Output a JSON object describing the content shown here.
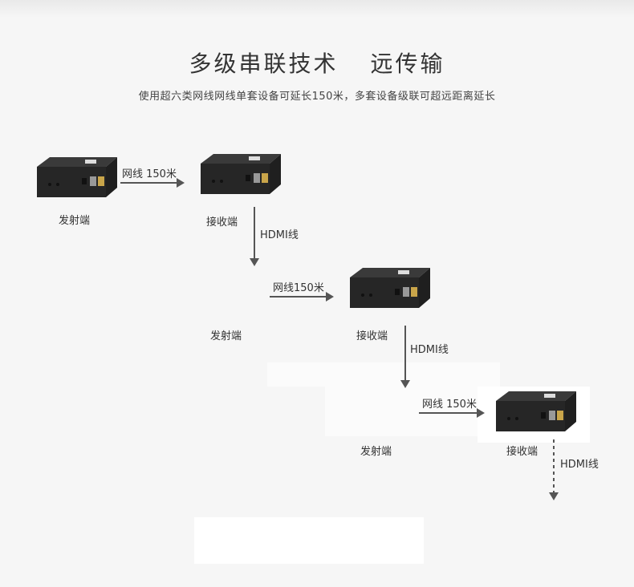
{
  "title": {
    "left": "多级串联技术",
    "right": "远传输"
  },
  "subtitle": "使用超六类网线网线单套设备可延长150米，多套设备级联可超远距离延长",
  "stage1": {
    "tx_label": "发射端",
    "rx_label": "接收端",
    "cable_label": "网线 150米",
    "hdmi_label": "HDMI线"
  },
  "stage2": {
    "tx_label": "发射端",
    "rx_label": "接收端",
    "cable_label": "网线150米",
    "hdmi_label": "HDMI线"
  },
  "stage3": {
    "tx_label": "发射端",
    "rx_label": "接收端",
    "cable_label": "网线 150米",
    "hdmi_label": "HDMI线"
  },
  "colors": {
    "device": "#2b2b2b",
    "arrow": "#555555",
    "background": "#f6f6f6"
  }
}
